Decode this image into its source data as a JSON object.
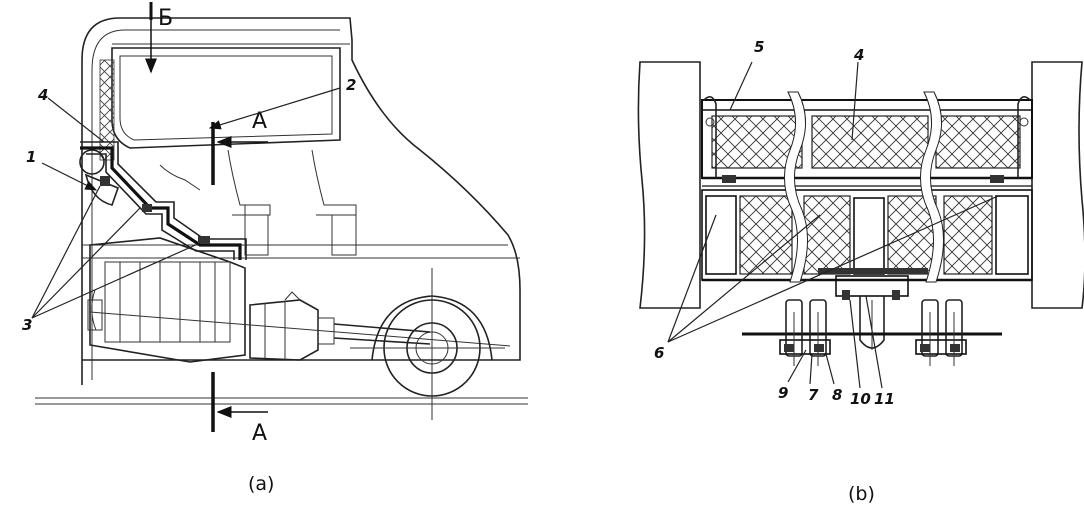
{
  "panels": [
    {
      "id": "a",
      "caption": "(a)",
      "section_label_top": "Б",
      "section_label_mid": "A",
      "section_label_bottom": "A",
      "callouts": [
        "1",
        "2",
        "3",
        "4"
      ]
    },
    {
      "id": "b",
      "caption": "(b)",
      "callouts": [
        "4",
        "5",
        "6",
        "7",
        "8",
        "9",
        "10",
        "11"
      ]
    }
  ]
}
